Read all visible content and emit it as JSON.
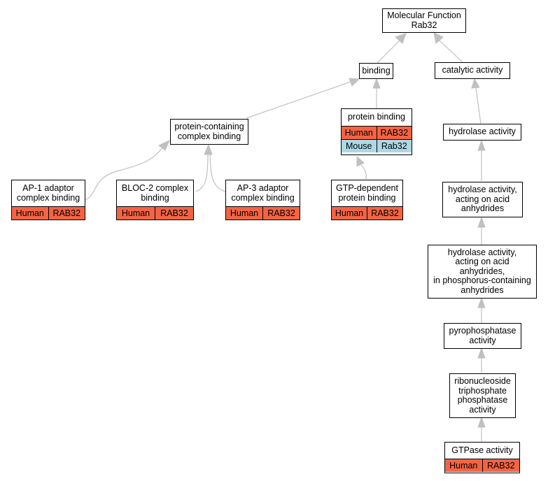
{
  "colors": {
    "human": "#f46444",
    "mouse": "#add8e6",
    "edge": "#c0c0c0"
  },
  "nodes": {
    "root": {
      "lines": [
        "Molecular Function",
        "Rab32"
      ]
    },
    "binding": {
      "lines": [
        "binding"
      ]
    },
    "catalytic": {
      "lines": [
        "catalytic activity"
      ]
    },
    "complex": {
      "lines": [
        "protein-containing",
        "complex binding"
      ]
    },
    "protein": {
      "lines": [
        "protein binding"
      ],
      "ann": [
        {
          "organism": "Human",
          "gene": "RAB32",
          "color": "human"
        },
        {
          "organism": "Mouse",
          "gene": "Rab32",
          "color": "mouse"
        }
      ]
    },
    "hydrolase": {
      "lines": [
        "hydrolase activity"
      ]
    },
    "ap1": {
      "lines": [
        "AP-1 adaptor",
        "complex binding"
      ],
      "ann": [
        {
          "organism": "Human",
          "gene": "RAB32",
          "color": "human"
        }
      ]
    },
    "bloc2": {
      "lines": [
        "BLOC-2 complex",
        "binding"
      ],
      "ann": [
        {
          "organism": "Human",
          "gene": "RAB32",
          "color": "human"
        }
      ]
    },
    "ap3": {
      "lines": [
        "AP-3 adaptor",
        "complex binding"
      ],
      "ann": [
        {
          "organism": "Human",
          "gene": "RAB32",
          "color": "human"
        }
      ]
    },
    "gtpdep": {
      "lines": [
        "GTP-dependent",
        "protein binding"
      ],
      "ann": [
        {
          "organism": "Human",
          "gene": "RAB32",
          "color": "human"
        }
      ]
    },
    "hydAcid": {
      "lines": [
        "hydrolase activity,",
        "acting on acid",
        "anhydrides"
      ]
    },
    "hydPhos": {
      "lines": [
        "hydrolase activity,",
        "acting on acid",
        "anhydrides,",
        "in phosphorus-containing",
        "anhydrides"
      ]
    },
    "pyro": {
      "lines": [
        "pyrophosphatase",
        "activity"
      ]
    },
    "ribo": {
      "lines": [
        "ribonucleoside",
        "triphosphate",
        "phosphatase",
        "activity"
      ]
    },
    "gtpase": {
      "lines": [
        "GTPase activity"
      ],
      "ann": [
        {
          "organism": "Human",
          "gene": "RAB32",
          "color": "human"
        }
      ]
    }
  }
}
